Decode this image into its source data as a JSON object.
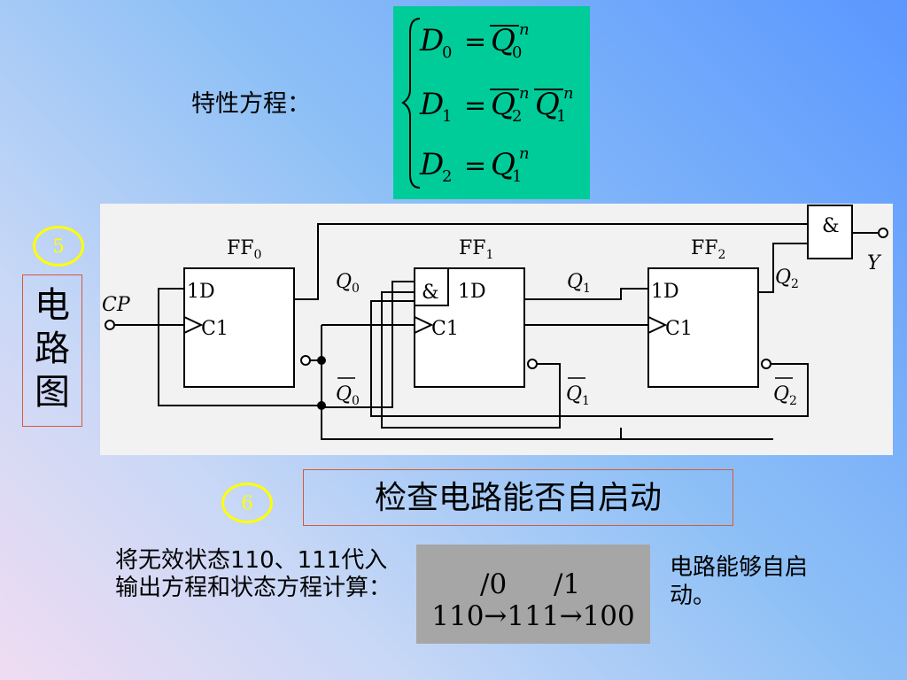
{
  "characteristic_label": "特性方程：",
  "equations": [
    {
      "lhs": "D",
      "sub": "0",
      "rhs": [
        {
          "v": "Q",
          "sub": "0",
          "sup": "n",
          "bar": true
        }
      ]
    },
    {
      "lhs": "D",
      "sub": "1",
      "rhs": [
        {
          "v": "Q",
          "sub": "2",
          "sup": "n",
          "bar": true
        },
        {
          "v": "Q",
          "sub": "1",
          "sup": "n",
          "bar": true
        }
      ]
    },
    {
      "lhs": "D",
      "sub": "2",
      "rhs": [
        {
          "v": "Q",
          "sub": "1",
          "sup": "n",
          "bar": false
        }
      ]
    }
  ],
  "step5_number": "5",
  "step5_label": [
    "电",
    "路",
    "图"
  ],
  "circuit": {
    "ff_names": [
      {
        "main": "FF",
        "sub": "0"
      },
      {
        "main": "FF",
        "sub": "1"
      },
      {
        "main": "FF",
        "sub": "2"
      }
    ],
    "d_pin": "1D",
    "c_pin": "C1",
    "and_symbol": "&",
    "cp_label": "CP",
    "y_label": "Y",
    "q_labels": [
      {
        "main": "Q",
        "sub": "0"
      },
      {
        "main": "Q",
        "sub": "1"
      },
      {
        "main": "Q",
        "sub": "2"
      }
    ]
  },
  "step6_number": "6",
  "step6_title": "检查电路能否自启动",
  "substitution_text": "将无效状态110、111代入输出方程和状态方程计算：",
  "sequence": {
    "out1": "/0",
    "out2": "/1",
    "states": [
      "110",
      "111",
      "100"
    ],
    "arrow": "→"
  },
  "conclusion": "电路能够自启动。"
}
